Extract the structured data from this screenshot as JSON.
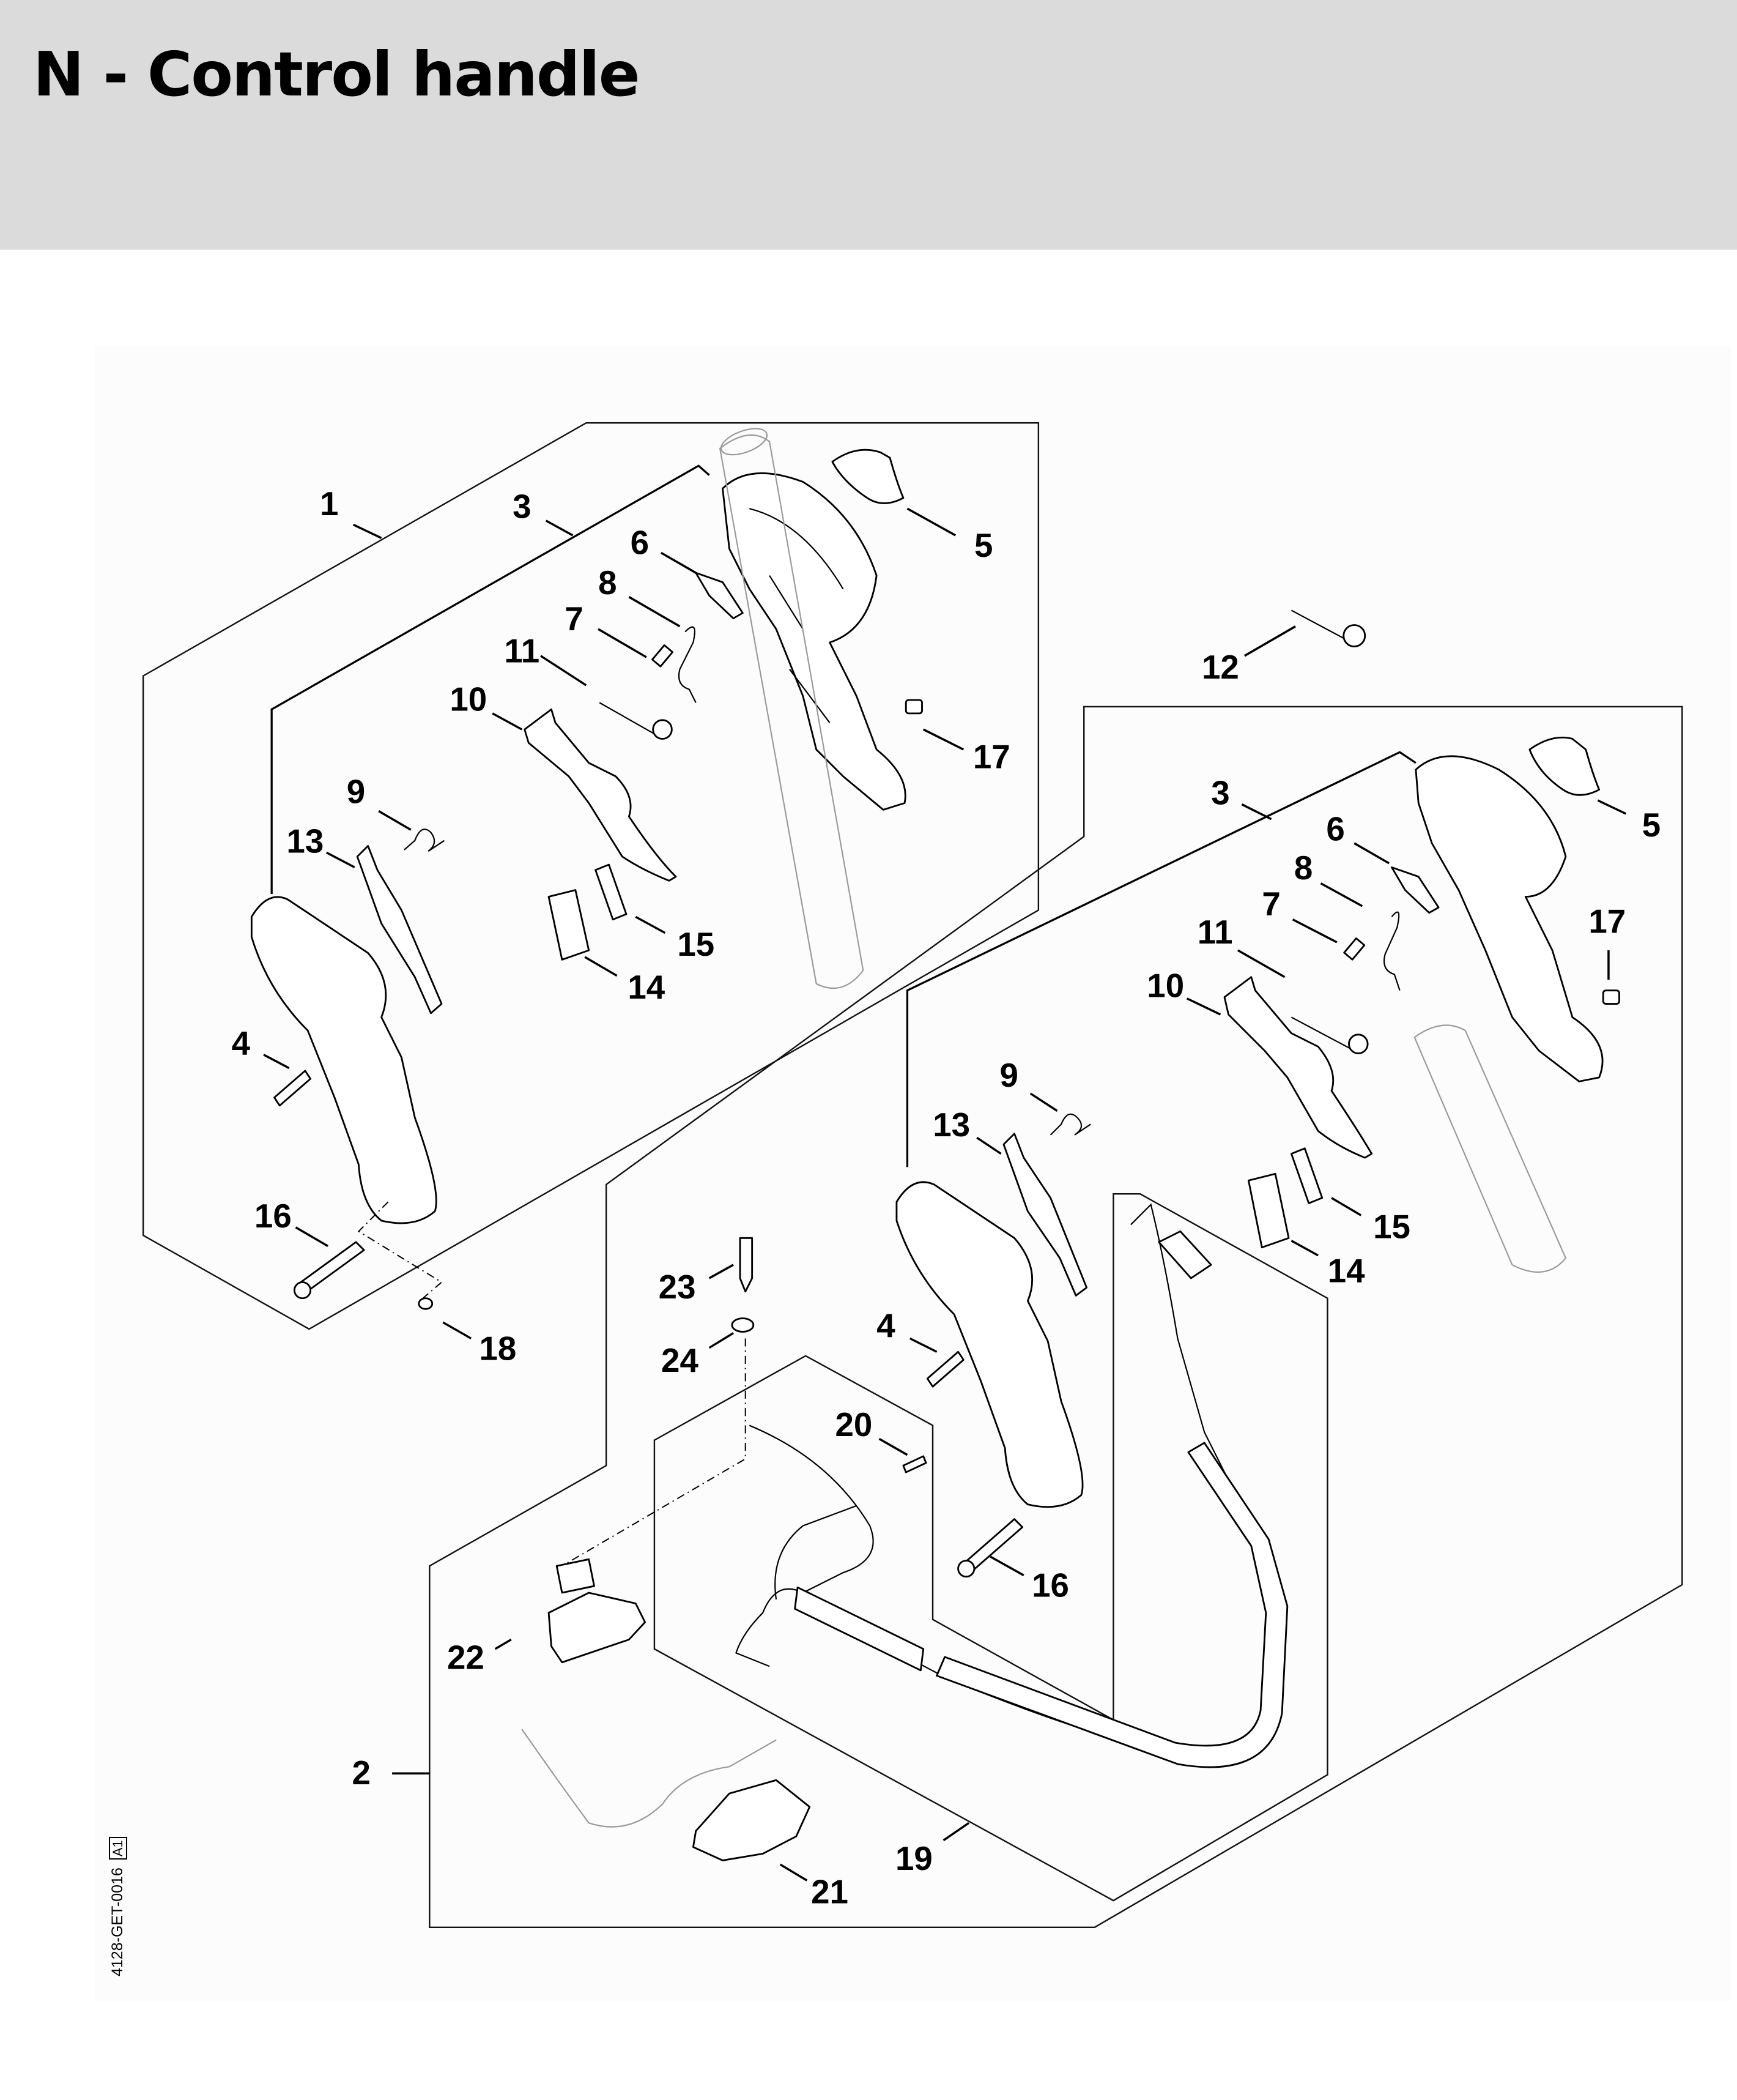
{
  "header": {
    "title": "N - Control handle"
  },
  "diagram": {
    "drawing_number": "4128-GET-0016",
    "revision_box": "A1",
    "callouts": {
      "c1": "1",
      "c2": "2",
      "c3a": "3",
      "c3b": "3",
      "c4a": "4",
      "c4b": "4",
      "c5a": "5",
      "c5b": "5",
      "c6a": "6",
      "c6b": "6",
      "c7a": "7",
      "c7b": "7",
      "c8a": "8",
      "c8b": "8",
      "c9a": "9",
      "c9b": "9",
      "c10a": "10",
      "c10b": "10",
      "c11a": "11",
      "c11b": "11",
      "c12": "12",
      "c13a": "13",
      "c13b": "13",
      "c14a": "14",
      "c14b": "14",
      "c15a": "15",
      "c15b": "15",
      "c16a": "16",
      "c16b": "16",
      "c17a": "17",
      "c17b": "17",
      "c18": "18",
      "c19": "19",
      "c20": "20",
      "c21": "21",
      "c22": "22",
      "c23": "23",
      "c24": "24"
    }
  }
}
